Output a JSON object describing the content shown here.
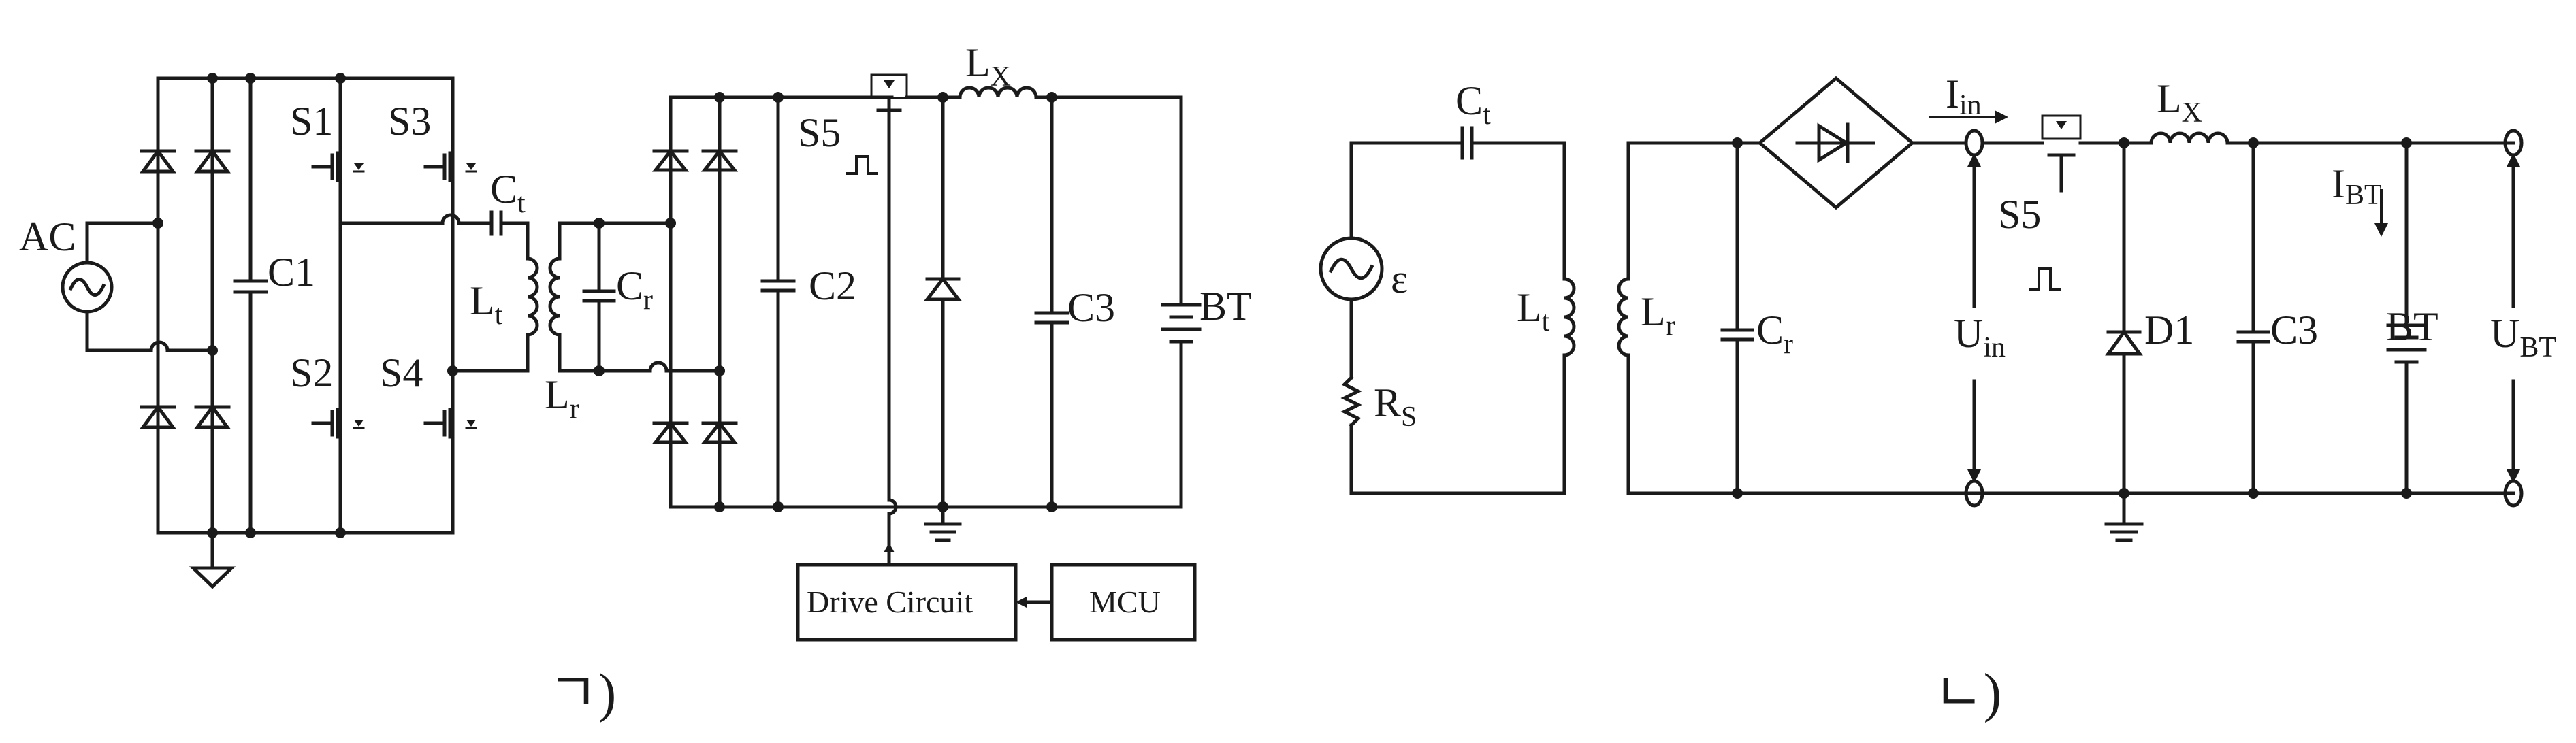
{
  "circuit_a": {
    "caption": "ㄱ)",
    "labels": {
      "ac": "AC",
      "s1": "S1",
      "s2": "S2",
      "s3": "S3",
      "s4": "S4",
      "s5": "S5",
      "c1": "C1",
      "ct": "C",
      "ct_sub": "t",
      "lt": "L",
      "lt_sub": "t",
      "cr": "C",
      "cr_sub": "r",
      "lr": "L",
      "lr_sub": "r",
      "c2": "C2",
      "lx": "L",
      "lx_sub": "X",
      "c3": "C3",
      "bt": "BT"
    },
    "blocks": {
      "drive": "Drive  Circuit",
      "mcu": "MCU"
    }
  },
  "circuit_b": {
    "caption": "ㄴ)",
    "labels": {
      "ct": "C",
      "ct_sub": "t",
      "eps": "ε",
      "rs": "R",
      "rs_sub": "S",
      "lt": "L",
      "lt_sub": "t",
      "lr": "L",
      "lr_sub": "r",
      "cr": "C",
      "cr_sub": "r",
      "iin": "I",
      "iin_sub": "in",
      "s5": "S5",
      "uin": "U",
      "uin_sub": "in",
      "lx": "L",
      "lx_sub": "X",
      "d1": "D1",
      "ibt": "I",
      "ibt_sub": "BT",
      "c3": "C3",
      "bt": "BT",
      "ubt": "U",
      "ubt_sub": "BT"
    }
  }
}
